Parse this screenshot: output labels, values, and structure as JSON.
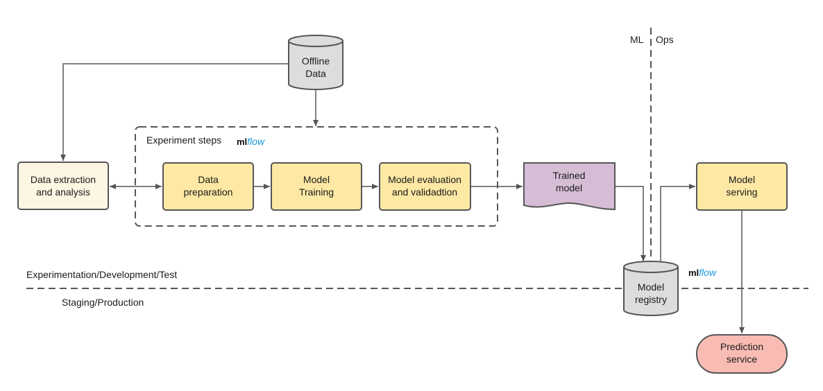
{
  "labels": {
    "offline_data": [
      "Offline",
      "Data"
    ],
    "experiment_steps": "Experiment steps",
    "mlflow_ml": "ml",
    "mlflow_flow": "flow",
    "data_extraction": [
      "Data extraction",
      "and analysis"
    ],
    "data_preparation": [
      "Data",
      "preparation"
    ],
    "model_training": [
      "Model",
      "Training"
    ],
    "model_evaluation": [
      "Model evaluation",
      "and validadtion"
    ],
    "trained_model": [
      "Trained",
      "model"
    ],
    "model_registry": [
      "Model",
      "registry"
    ],
    "model_serving": [
      "Model",
      "serving"
    ],
    "prediction_service": [
      "Prediction",
      "service"
    ],
    "ml": "ML",
    "ops": "Ops",
    "experimentation_zone": "Experimentation/Development/Test",
    "staging_zone": "Staging/Production"
  },
  "colors": {
    "step_fill": "#fde8a4",
    "extraction_fill": "#fdf6e3",
    "trained_model_fill": "#d6bdd6",
    "db_fill": "#dddddd",
    "prediction_fill": "#f9bcb4",
    "stroke": "#555555",
    "mlflow_blue": "#1a9be0"
  }
}
